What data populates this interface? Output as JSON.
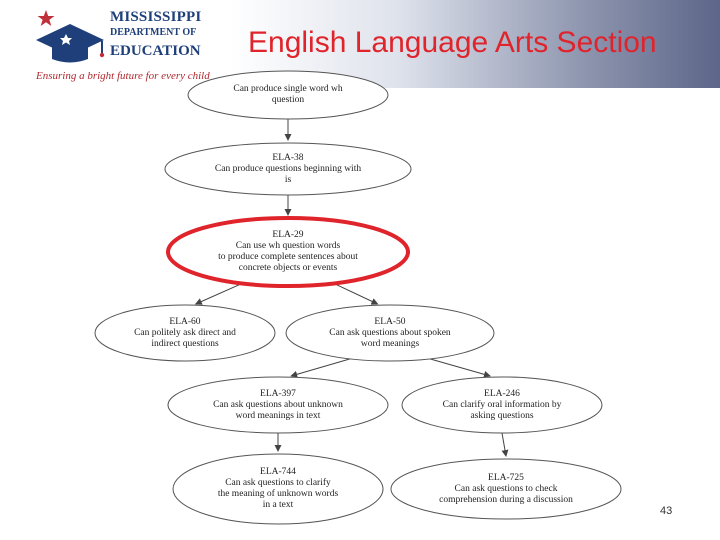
{
  "header": {
    "logo": {
      "name_line1": "MISSISSIPPI",
      "name_line2": "DEPARTMENT OF",
      "name_line3": "EDUCATION",
      "tagline": "Ensuring a bright future for every child",
      "colors": {
        "navy": "#1e3f7a",
        "red": "#c0303a"
      }
    },
    "title": "English Language Arts Section"
  },
  "diagram": {
    "nodes": [
      {
        "key": "top",
        "id": "",
        "desc": "Can produce single word wh\nquestion",
        "highlighted": false
      },
      {
        "key": "ela38",
        "id": "ELA-38",
        "desc": "Can produce questions beginning with\nis",
        "highlighted": false
      },
      {
        "key": "ela29",
        "id": "ELA-29",
        "desc": "Can use wh question words\nto produce complete sentences about\nconcrete objects or events",
        "highlighted": true
      },
      {
        "key": "ela60",
        "id": "ELA-60",
        "desc": "Can politely ask direct and\nindirect questions",
        "highlighted": false
      },
      {
        "key": "ela50",
        "id": "ELA-50",
        "desc": "Can ask questions about spoken\nword meanings",
        "highlighted": false
      },
      {
        "key": "ela397",
        "id": "ELA-397",
        "desc": "Can ask questions about unknown\nword meanings in text",
        "highlighted": false
      },
      {
        "key": "ela246",
        "id": "ELA-246",
        "desc": "Can clarify oral information by\nasking questions",
        "highlighted": false
      },
      {
        "key": "ela744",
        "id": "ELA-744",
        "desc": "Can ask questions to clarify\nthe meaning of unknown words\nin a text",
        "highlighted": false
      },
      {
        "key": "ela725",
        "id": "ELA-725",
        "desc": "Can ask questions to check\ncomprehension during a discussion",
        "highlighted": false
      }
    ],
    "edges": [
      [
        "top",
        "ela38"
      ],
      [
        "ela38",
        "ela29"
      ],
      [
        "ela29",
        "ela60"
      ],
      [
        "ela29",
        "ela50"
      ],
      [
        "ela50",
        "ela397"
      ],
      [
        "ela50",
        "ela246"
      ],
      [
        "ela397",
        "ela744"
      ],
      [
        "ela246",
        "ela725"
      ]
    ],
    "highlight_color": "#e0242b"
  },
  "footer": {
    "page_number": "43"
  }
}
